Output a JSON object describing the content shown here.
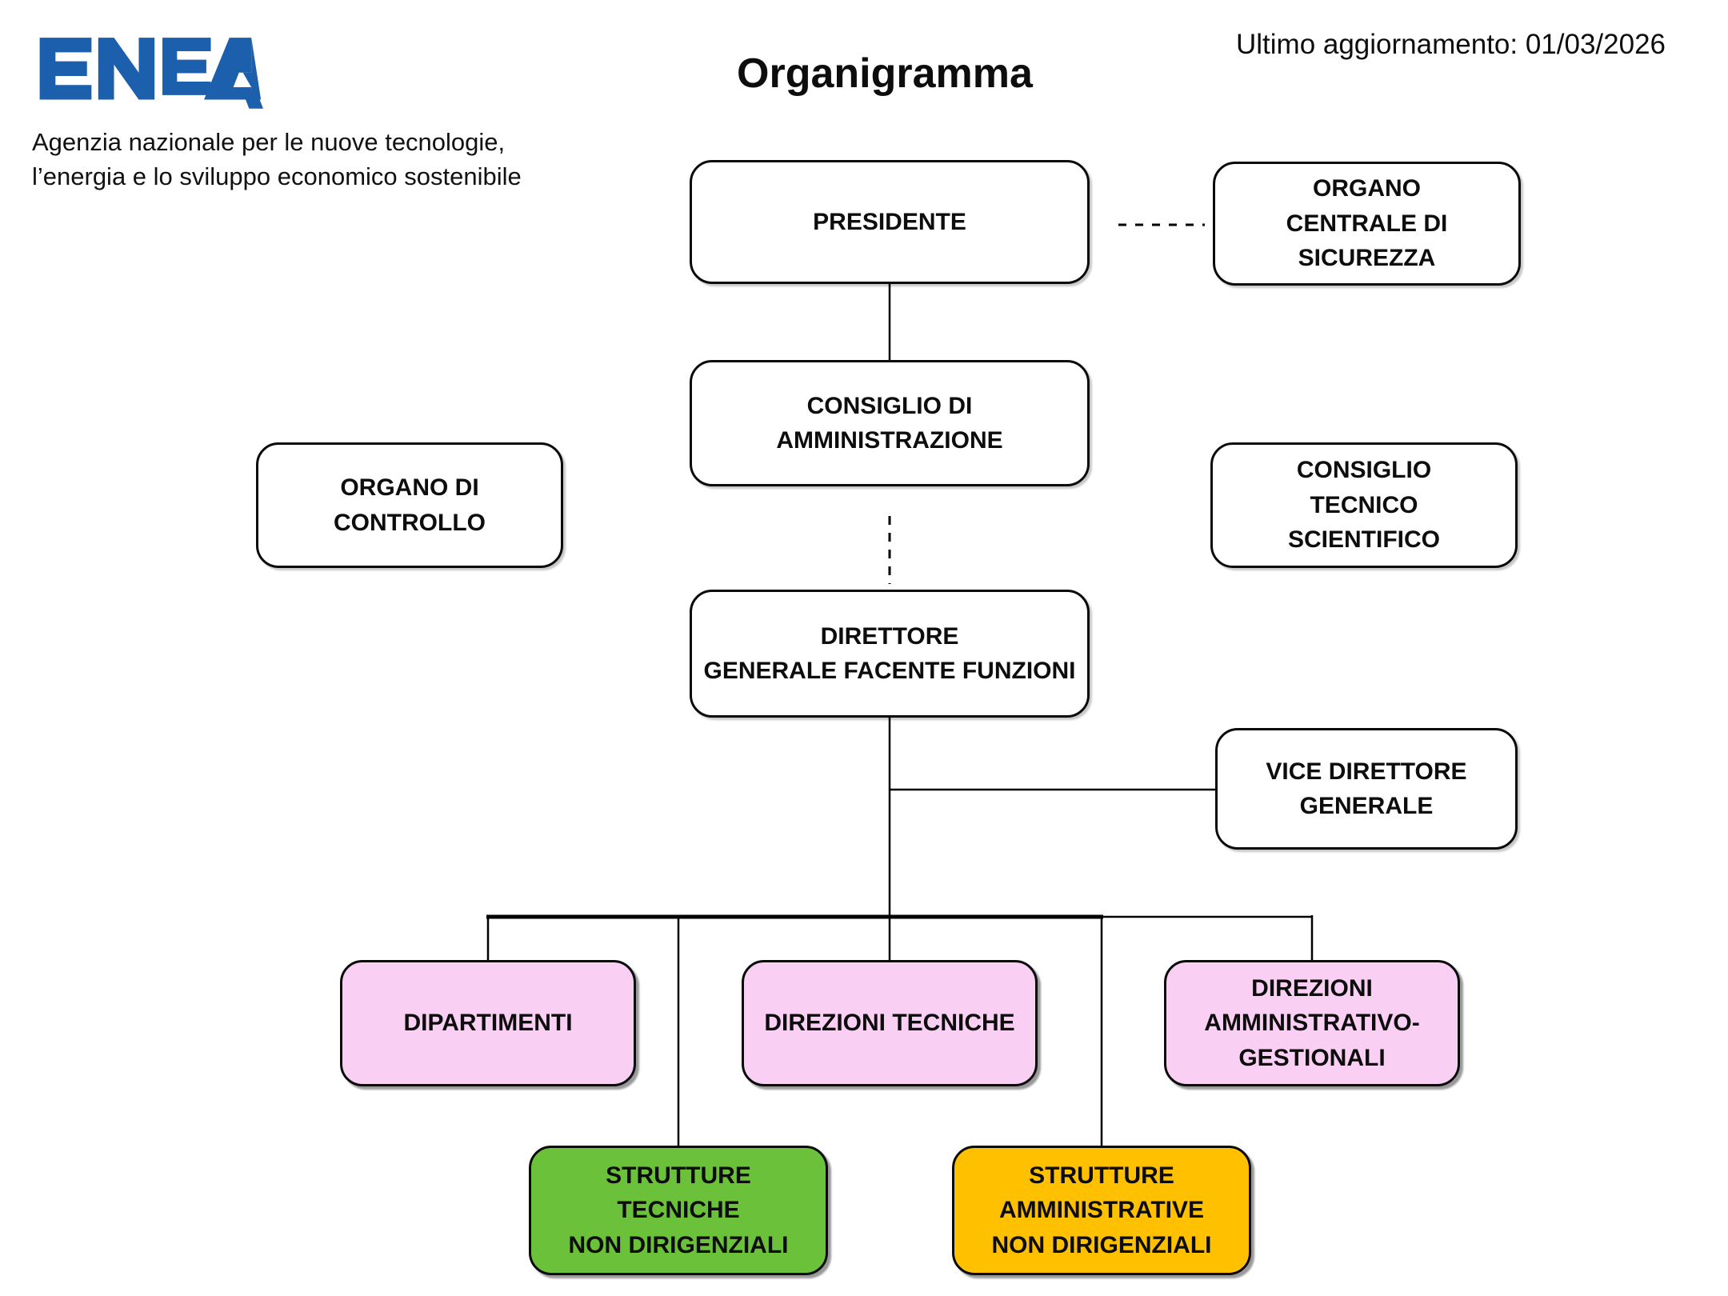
{
  "header": {
    "logo": {
      "brand": "ENEA",
      "tagline": "Agenzia nazionale per le nuove tecnologie,\nl’energia e lo sviluppo economico sostenibile"
    },
    "title": "Organigramma",
    "last_update": "Ultimo aggiornamento: 01/03/2026"
  },
  "colors": {
    "logo_blue": "#1C5FAC",
    "box_pink": "#F9CFF3",
    "box_green": "#6CC13B",
    "box_orange": "#FFC000",
    "line_black": "#000000"
  },
  "nodes": {
    "presidente": "PRESIDENTE",
    "organo_centrale_sicurezza": "ORGANO\nCENTRALE DI\nSICUREZZA",
    "consiglio_amministrazione": "CONSIGLIO DI\nAMMINISTRAZIONE",
    "organo_controllo": "ORGANO DI\nCONTROLLO",
    "consiglio_tecnico_scientifico": "CONSIGLIO\nTECNICO\nSCIENTIFICO",
    "direttore_generale_ff": "DIRETTORE\nGENERALE FACENTE FUNZIONI",
    "vice_direttore_generale": "VICE DIRETTORE\nGENERALE",
    "dipartimenti": "DIPARTIMENTI",
    "direzioni_tecniche": "DIREZIONI TECNICHE",
    "direzioni_amministrativo_gestionali": "DIREZIONI\nAMMINISTRATIVO-\nGESTIONALI",
    "strutture_tecniche_non_dirigenziali": "STRUTTURE\nTECNICHE\nNON DIRIGENZIALI",
    "strutture_amministrative_non_dirigenziali": "STRUTTURE\nAMMINISTRATIVE\nNON DIRIGENZIALI"
  }
}
